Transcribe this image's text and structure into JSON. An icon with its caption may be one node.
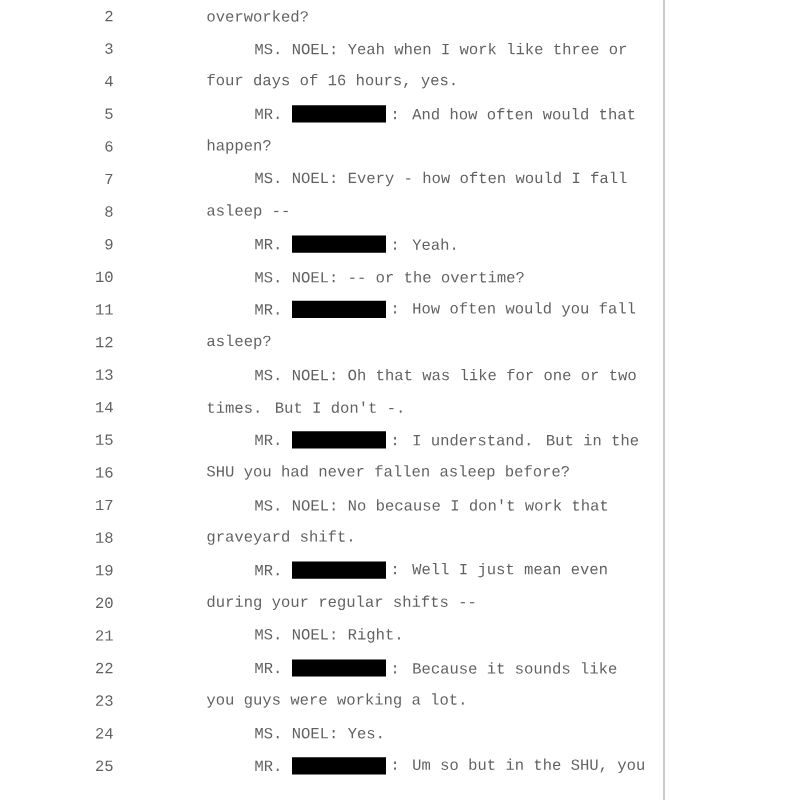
{
  "diagram": {
    "labels": [
      "2",
      "overworked?",
      "3",
      "MS. NOEL: Yeah when I work like three or",
      "4",
      "four days of 16 hours, yes.",
      "5",
      "MR.",
      ": And how often would that",
      "6",
      "happen?",
      "7",
      "MS. NOEL: Every - how often would I fall",
      "8",
      "asleep --",
      "9",
      "MR.",
      ": Yeah.",
      "10",
      "MS. NOEL: -- or the overtime?",
      "11",
      "MR.",
      ": How often would you fall",
      "12",
      "asleep?",
      "13",
      "MS. NOEL: Oh that was like for one or two",
      "14",
      "times. But I don't -.",
      "15",
      "MR.",
      ": I understand. But in the",
      "16",
      "SHU you had never fallen asleep before?",
      "17",
      "MS. NOEL: No because I don't work that",
      "18",
      "graveyard shift.",
      "19",
      "MR.",
      ": Well I just mean even",
      "20",
      "during your regular shifts --",
      "21",
      "MS. NOEL: Right.",
      "22",
      "MR.",
      ": Because it sounds like",
      "23",
      "you guys were working a lot.",
      "24",
      "MS. NOEL: Yes.",
      "25",
      "MR.",
      ": Um so but in the SHU, you"
    ]
  }
}
